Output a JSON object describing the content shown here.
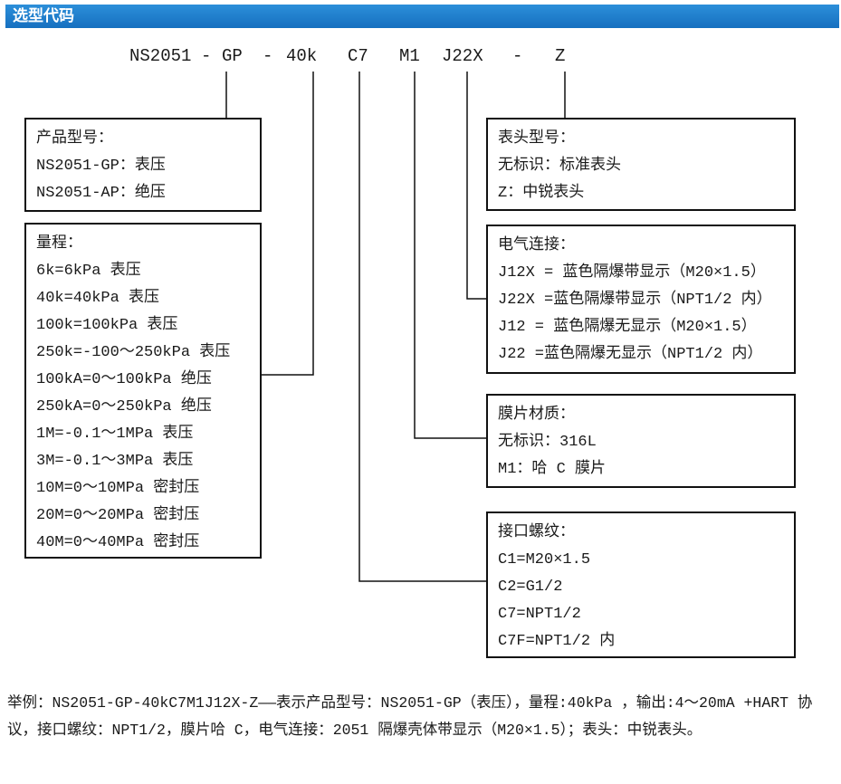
{
  "header": {
    "title": "选型代码"
  },
  "code_parts": [
    "NS2051",
    "-",
    "GP",
    "-",
    "40k",
    "C7",
    "M1",
    "J22X",
    "-",
    "Z"
  ],
  "boxes": {
    "product": {
      "title": "产品型号：",
      "lines": [
        "NS2051-GP：表压",
        "NS2051-AP：绝压"
      ]
    },
    "range": {
      "title": "量程：",
      "lines": [
        "6k=6kPa 表压",
        "40k=40kPa 表压",
        "100k=100kPa 表压",
        "250k=-100～250kPa 表压",
        "100kA=0～100kPa 绝压",
        "250kA=0～250kPa 绝压",
        "1M=-0.1～1MPa 表压",
        "3M=-0.1～3MPa 表压",
        "10M=0～10MPa 密封压",
        "20M=0～20MPa 密封压",
        "40M=0～40MPa 密封压"
      ]
    },
    "head": {
      "title": "表头型号：",
      "lines": [
        "无标识：标准表头",
        "Z：中锐表头"
      ]
    },
    "electrical": {
      "title": "电气连接：",
      "lines": [
        "J12X = 蓝色隔爆带显示（M20×1.5）",
        "J22X =蓝色隔爆带显示（NPT1/2 内）",
        "J12 = 蓝色隔爆无显示（M20×1.5）",
        "J22 =蓝色隔爆无显示（NPT1/2 内）"
      ]
    },
    "diaphragm": {
      "title": "膜片材质：",
      "lines": [
        "无标识：316L",
        "M1：哈 C 膜片"
      ]
    },
    "thread": {
      "title": "接口螺纹：",
      "lines": [
        "C1=M20×1.5",
        "C2=G1/2",
        "C7=NPT1/2",
        "C7F=NPT1/2 内"
      ]
    }
  },
  "example": {
    "text": "举例：NS2051-GP-40kC7M1J12X-Z——表示产品型号：NS2051-GP（表压），量程:40kPa ，输出:4～20mA +HART 协议，接口螺纹：NPT1/2，膜片哈 C，电气连接：2051 隔爆壳体带显示（M20×1.5）；表头：中锐表头。"
  }
}
